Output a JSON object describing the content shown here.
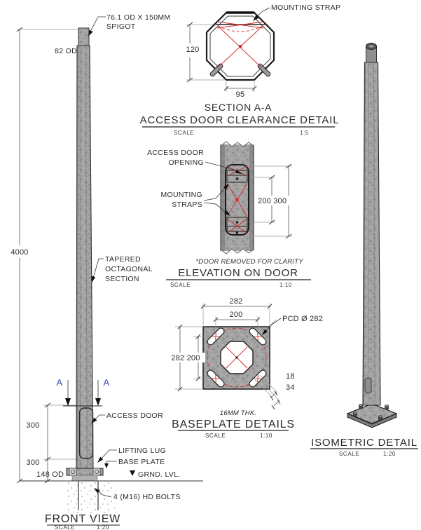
{
  "colors": {
    "accent_red": "#cf2b2b",
    "section_marker_blue": "#3b4ba6",
    "steel_gray": "#a2a2a2",
    "line": "#1f1f1f"
  },
  "front": {
    "spigot_label_1": "76.1 OD X 150MM",
    "spigot_label_2": "SPIGOT",
    "od_top": "82 OD",
    "height": "4000",
    "taper_label_1": "TAPERED",
    "taper_label_2": "OCTAGONAL",
    "taper_label_3": "SECTION",
    "section_letter": "A",
    "access_door": "ACCESS DOOR",
    "dim_door": "300",
    "dim_base": "300",
    "lifting_lug": "LIFTING LUG",
    "base_plate": "BASE PLATE",
    "od_base": "148 OD",
    "ground": "GRND. LVL.",
    "bolts": "4 (M16) HD BOLTS",
    "title": "FRONT VIEW",
    "scale_label": "SCALE",
    "scale_value": "1:20"
  },
  "section_aa": {
    "strap": "MOUNTING STRAP",
    "dim_height": "120",
    "dim_width": "95",
    "title_1": "SECTION A-A",
    "title_2": "ACCESS DOOR CLEARANCE DETAIL",
    "scale_label": "SCALE",
    "scale_value": "1:5"
  },
  "elevation": {
    "door_label_1": "ACCESS DOOR",
    "door_label_2": "OPENING",
    "straps_label_1": "MOUNTING",
    "straps_label_2": "STRAPS",
    "dim": "200 300",
    "note": "*DOOR REMOVED FOR CLARITY",
    "title": "ELEVATION ON DOOR",
    "scale_label": "SCALE",
    "scale_value": "1:10"
  },
  "baseplate": {
    "dim_width": "282",
    "dim_bolts": "200",
    "pcd": "PCD Ø 282",
    "dim_left": "282 200",
    "dim_slot_w": "18",
    "dim_slot_l": "34",
    "note": "16MM THK.",
    "title": "BASEPLATE DETAILS",
    "scale_label": "SCALE",
    "scale_value": "1:10"
  },
  "isometric": {
    "title": "ISOMETRIC DETAIL",
    "scale_label": "SCALE",
    "scale_value": "1:20"
  }
}
